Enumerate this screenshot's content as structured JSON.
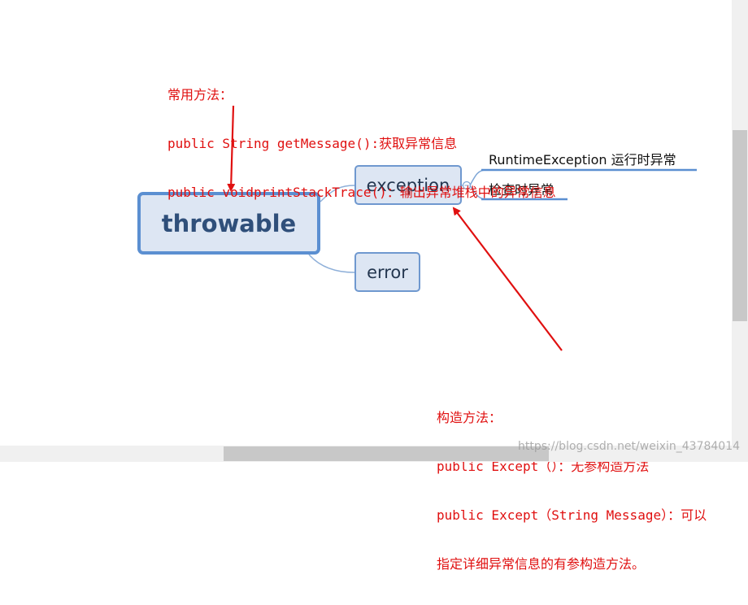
{
  "nodes": {
    "root": "throwable",
    "exception": "exception",
    "error": "error"
  },
  "leaves": {
    "runtime": "RuntimeException  运行时异常",
    "checked": "检查时异常"
  },
  "notes": {
    "top": [
      "常用方法：",
      "public String getMessage():获取异常信息",
      "public voidprintStackTrace()：输出异常堆栈中的异常信息"
    ],
    "bottom": [
      "构造方法：",
      "public Except（）：无参构造方法",
      "public Except（String Message）：可以",
      "指定详细异常信息的有参构造方法。"
    ]
  },
  "watermark": "https://blog.csdn.net/weixin_43784014",
  "colors": {
    "annotation": "#e01010",
    "connector": "#7ea6d6",
    "node_fill": "#dde6f3",
    "node_border": "#6f98cf"
  }
}
